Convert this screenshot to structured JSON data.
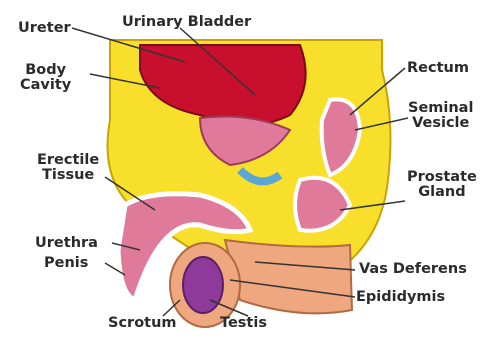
{
  "diagram": {
    "labels": {
      "ureter": "Ureter",
      "urinary_bladder": "Urinary Bladder",
      "body_cavity": "Body\nCavity",
      "rectum": "Rectum",
      "seminal_vesicle": "Seminal\nVesicle",
      "erectile_tissue": "Erectile\nTissue",
      "prostate_gland": "Prostate\nGland",
      "urethra": "Urethra",
      "vas_deferens": "Vas Deferens",
      "penis": "Penis",
      "epididymis": "Epididymis",
      "scrotum": "Scrotum",
      "testis": "Testis"
    },
    "colors": {
      "body_yellow": "#f7df2c",
      "bladder_red": "#c8102e",
      "tissue_pink": "#e07a9a",
      "skin_peach": "#efa77f",
      "testis_purple": "#8e3a9a",
      "duct_blue": "#5aa6d6",
      "leader_line": "#333333"
    }
  }
}
